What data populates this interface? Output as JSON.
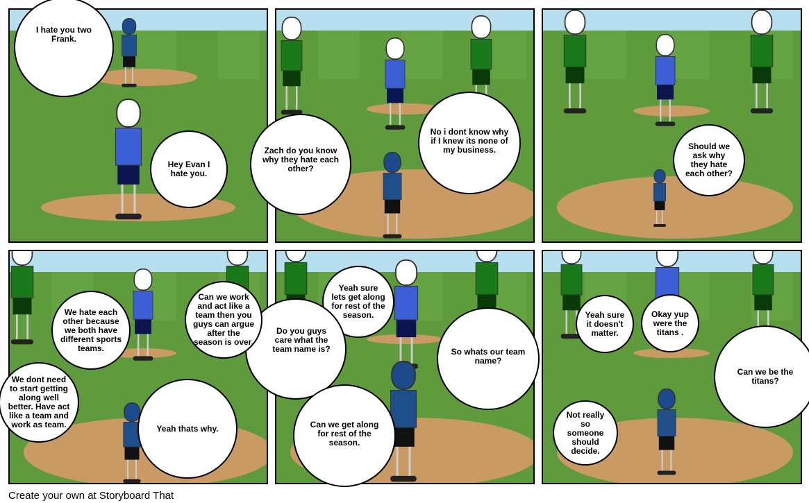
{
  "panels": [
    {
      "bubbles": [
        "I hate you two Frank.",
        "Hey Evan I hate you."
      ]
    },
    {
      "bubbles": [
        "Zach do you know why they hate each other?",
        "No i dont know why if I knew its none of my business."
      ]
    },
    {
      "bubbles": [
        "Should we ask why they hate each other?"
      ]
    },
    {
      "bubbles": [
        "We hate each other because we both have different sports teams.",
        "Can we work and act like a team then you guys can argue after the season is over.",
        "We dont need to start getting along well better. Have act like a team and work as team.",
        "Yeah thats why."
      ]
    },
    {
      "bubbles": [
        "Yeah sure lets get along for rest of the season.",
        "Do you guys care what the team name is?",
        "Can we get along for rest of the season.",
        "So whats our team name?"
      ]
    },
    {
      "bubbles": [
        "Yeah sure it doesn't matter.",
        "Okay yup were the titans .",
        "Can we be the titans?",
        "Not really so someone should decide."
      ]
    }
  ],
  "footer": "Create your own at Storyboard That"
}
